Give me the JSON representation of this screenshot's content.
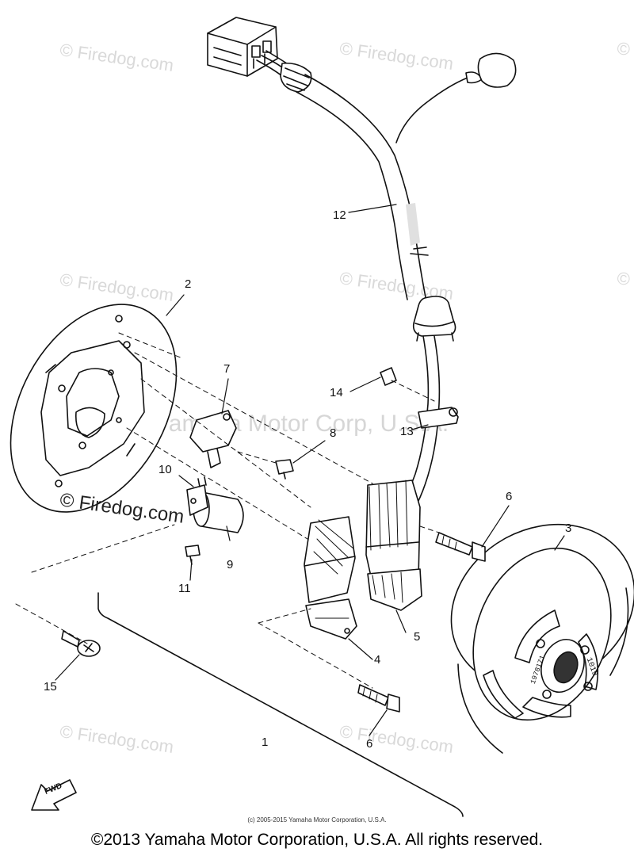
{
  "watermarks": {
    "site": "© Firedog.com",
    "center": "Yamaha Motor Corp, U.S.A."
  },
  "callouts": {
    "c1": "1",
    "c2": "2",
    "c3": "3",
    "c4": "4",
    "c5": "5",
    "c6a": "6",
    "c6b": "6",
    "c7": "7",
    "c8": "8",
    "c9": "9",
    "c10": "10",
    "c11": "11",
    "c12": "12",
    "c13": "13",
    "c14": "14",
    "c15": "15"
  },
  "fwd_label": "FWD",
  "rotor_marks": {
    "left": "1978171",
    "right": "1019"
  },
  "small_copyright": "(c) 2005-2015 Yamaha Motor Corporation, U.S.A.",
  "copyright": "©2013 Yamaha Motor Corporation, U.S.A. All rights reserved.",
  "colors": {
    "ink": "#111111",
    "watermark": "#d9d9d9"
  }
}
